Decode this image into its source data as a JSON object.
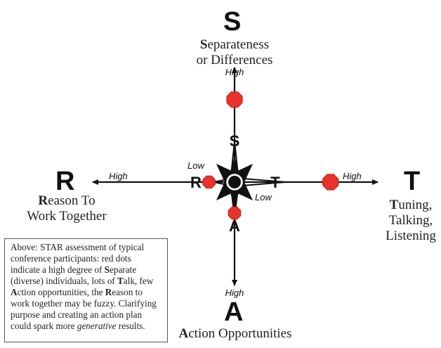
{
  "axes": {
    "S": {
      "letter": "S",
      "title_initial": "S",
      "title_rest_line1": "eparateness",
      "title_line2": "or Differences",
      "end_label": "High",
      "center_letter": "S"
    },
    "R": {
      "letter": "R",
      "title_initial": "R",
      "title_rest_line1": "eason To",
      "title_line2": "Work Together",
      "end_label": "High",
      "center_letter": "R",
      "center_label": "Low"
    },
    "T": {
      "letter": "T",
      "title_initial": "T",
      "title_rest_line1": "uning,",
      "title_line2": "Talking,",
      "title_line3": "Listening",
      "end_label": "High",
      "center_letter": "T",
      "center_label": "Low"
    },
    "A": {
      "letter": "A",
      "title_initial": "A",
      "title_rest_line1": "ction Opportunities",
      "end_label": "High",
      "center_letter": "A"
    }
  },
  "assessment": {
    "description": "Red dots mark assessment level along each axis (0 = center/Low, 1 = arrow tip/High)",
    "marker_color": "#e8322a",
    "levels": {
      "S": 0.72,
      "R": 0.18,
      "T": 0.67,
      "A": 0.3
    }
  },
  "caption": {
    "p1": "Above: STAR assessment of typical conference participants: red dots indicate a high degree of ",
    "s_bold": "S",
    "p2": "eparate (diverse) individuals, lots of ",
    "t_bold": "T",
    "p3": "alk, few ",
    "a_bold": "A",
    "p4": "ction opportunities, the ",
    "r_bold": "R",
    "p5": "eason to work together may be fuzzy. Clarifying purpose and creating an action plan could spark more ",
    "italic": "generative",
    "p6": " results."
  }
}
